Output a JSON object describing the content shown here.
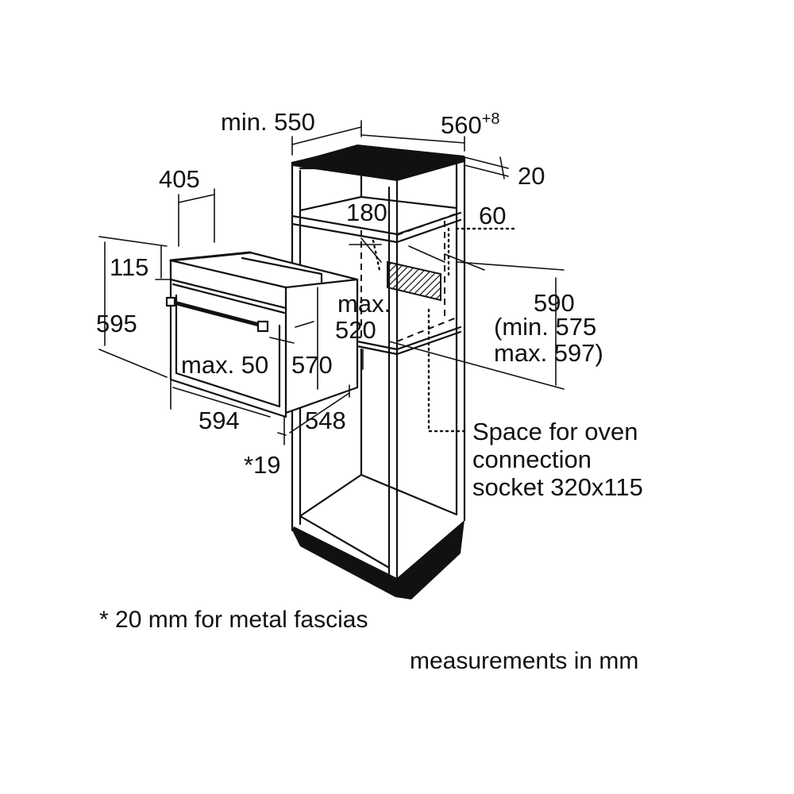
{
  "labels": {
    "min_550": "min. 550",
    "w560": "560",
    "w560_sup": "+8",
    "d20": "20",
    "d405": "405",
    "d180": "180",
    "d60": "60",
    "d115": "115",
    "d595": "595",
    "max_word": "max.",
    "d520": "520",
    "d590": "590",
    "min575": "(min. 575",
    "max597": "max. 597)",
    "max50": "max. 50",
    "d570": "570",
    "d594": "594",
    "d548": "548",
    "star19": "*19",
    "socket_1": "Space for oven",
    "socket_2": "connection",
    "socket_3": "socket 320x115"
  },
  "notes": {
    "metal": "* 20 mm for metal fascias",
    "units": "measurements in mm"
  }
}
